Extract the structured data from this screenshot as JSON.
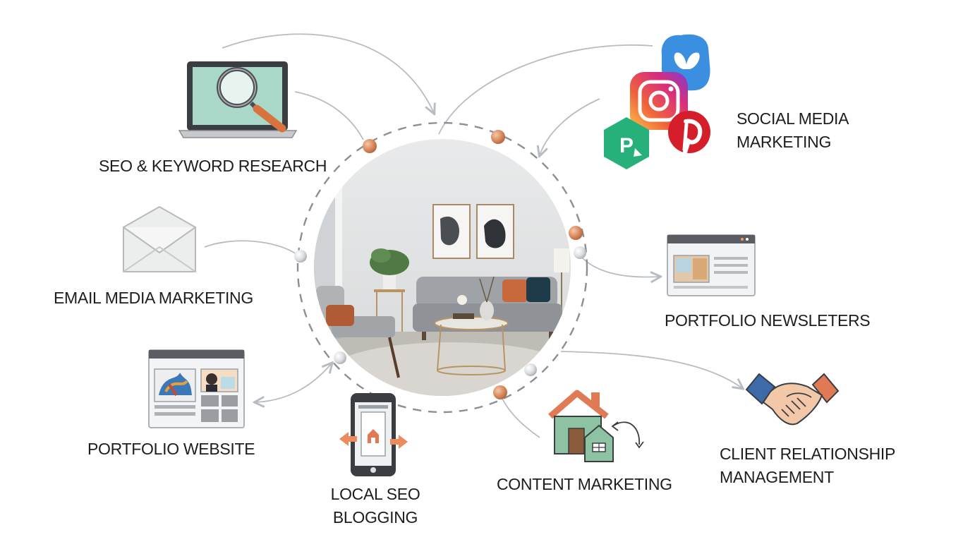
{
  "nodes": {
    "seo": {
      "label": "SEO & KEYWORD RESEARCH",
      "icon": "laptop-magnifier-icon"
    },
    "social": {
      "label_line1": "SOCIAL MEDIA",
      "label_line2": "MARKETING",
      "icon": "social-media-icons"
    },
    "email": {
      "label": "EMAIL MEDIA MARKETING",
      "icon": "envelope-icon"
    },
    "newsletters": {
      "label": "PORTFOLIO NEWSLETERS",
      "icon": "browser-window-icon"
    },
    "website": {
      "label": "PORTFOLIO WEBSITE",
      "icon": "webpage-gallery-icon"
    },
    "local": {
      "label_line1": "LOCAL SEO",
      "label_line2": "BLOGGING",
      "icon": "mobile-phone-icon"
    },
    "content": {
      "label": "CONTENT MARKETING",
      "icon": "house-icon"
    },
    "crm": {
      "label_line1": "CLIENT RELATIONSHIP",
      "label_line2": "MANAGEMENT",
      "icon": "handshake-icon"
    }
  },
  "hub": {
    "image": "living-room-photo"
  },
  "colors": {
    "arrow": "#b7bcc3",
    "ring": "#8a8f95",
    "copper": "#d8895e",
    "silver": "#d7d9dc",
    "teal": "#a9d8c8",
    "house_green": "#8dc3a3",
    "house_roof": "#e07a55",
    "text": "#1d1d1d"
  }
}
